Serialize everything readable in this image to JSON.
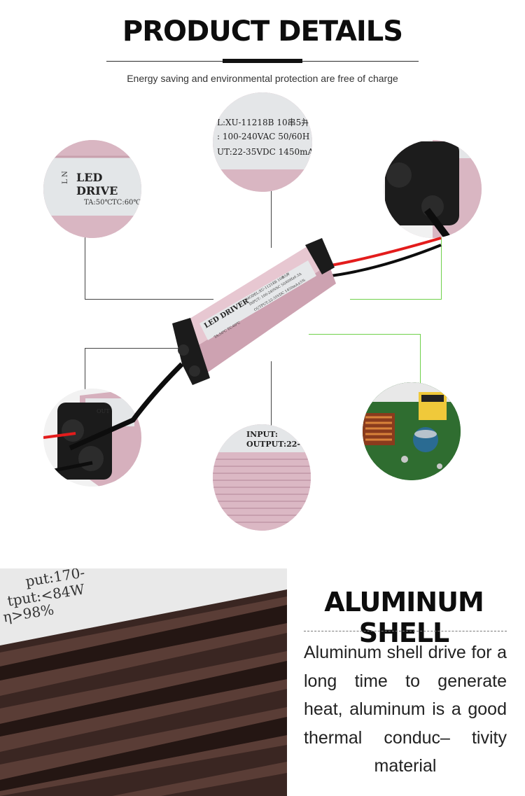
{
  "header": {
    "title": "PRODUCT DETAILS",
    "subtitle": "Energy saving and environmental protection are free of charge"
  },
  "callouts": {
    "label_left": {
      "text": "LED DRIVE",
      "ta": "TA:50℃",
      "tc": "TC:60℃",
      "pins": "L N"
    },
    "label_model": {
      "line1": "L:XU-11218B 10串5并",
      "line2": ": 100-240VAC 50/60H",
      "line3": "UT:22-35VDC 1450mA"
    },
    "label_bottom": {
      "line1": "INPUT:",
      "line2": "OUTPUT:22-"
    },
    "cap_left": {
      "text": "OUT"
    }
  },
  "device": {
    "label": "LED DRIVER",
    "spec1": "MODEL:XU-11218B 10串5并",
    "spec2": "INPUT: 100-240VAC 50/60Hz0.3A",
    "spec3": "OUTPUT:22-35VDC 1450mA±5%",
    "ta": "TA:50℃ TC:60℃"
  },
  "photo_text": {
    "line1": "put:170-",
    "line2": "tput:<84W",
    "line3": "η>98%"
  },
  "shell": {
    "title": "ALUMINUM SHELL",
    "description": "Aluminum shell drive for a long time to generate heat, aluminum is a good thermal conduc– tivity material"
  },
  "colors": {
    "shell_pink": "#d8b4c0",
    "leader_green": "#6fd14a",
    "heatsink_brown": "#3a2622"
  }
}
